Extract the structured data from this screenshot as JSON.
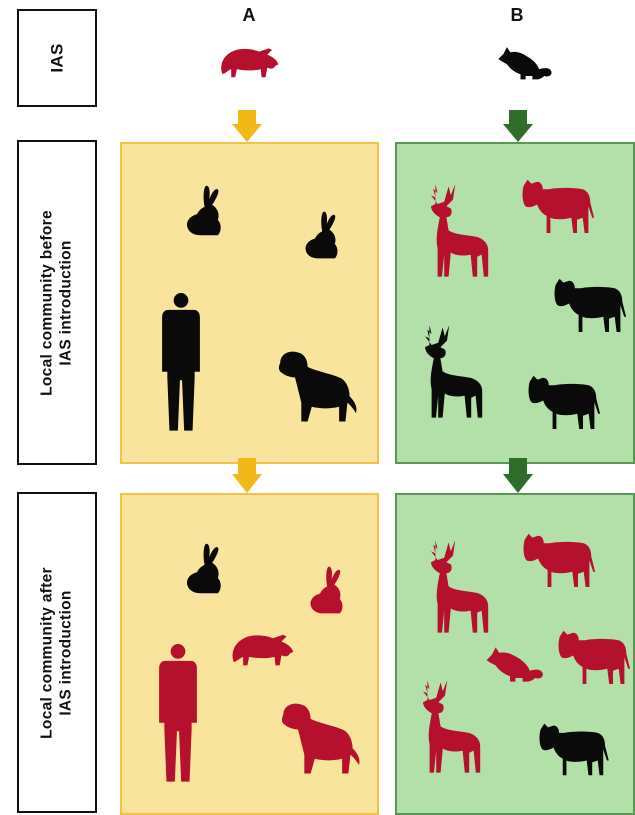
{
  "row_labels": {
    "ias": "IAS",
    "before": "Local community before\nIAS introduction",
    "after": "Local community after\nIAS introduction"
  },
  "column_labels": {
    "a": "A",
    "b": "B"
  },
  "colors": {
    "panel_a_fill": "#f8e49c",
    "panel_a_border": "#efc24a",
    "panel_b_fill": "#b3e0a8",
    "panel_b_border": "#5c9656",
    "arrow_a": "#f2b817",
    "arrow_b": "#2f6e2a",
    "affected": "#b5112e",
    "unaffected": "#0a0a0a"
  },
  "icons": {
    "ias_a": "raccoon-icon",
    "ias_b": "possum-icon",
    "before_a": [
      "rabbit-icon",
      "rabbit-icon",
      "person-icon",
      "dog-icon"
    ],
    "before_b": [
      "deer-icon",
      "cow-icon",
      "cow-icon",
      "deer-icon",
      "cow-icon"
    ],
    "after_a": [
      "rabbit-icon",
      "rabbit-icon",
      "raccoon-icon",
      "person-icon",
      "dog-icon"
    ],
    "after_b": [
      "deer-icon",
      "cow-icon",
      "possum-icon",
      "cow-icon",
      "deer-icon",
      "cow-icon"
    ]
  }
}
